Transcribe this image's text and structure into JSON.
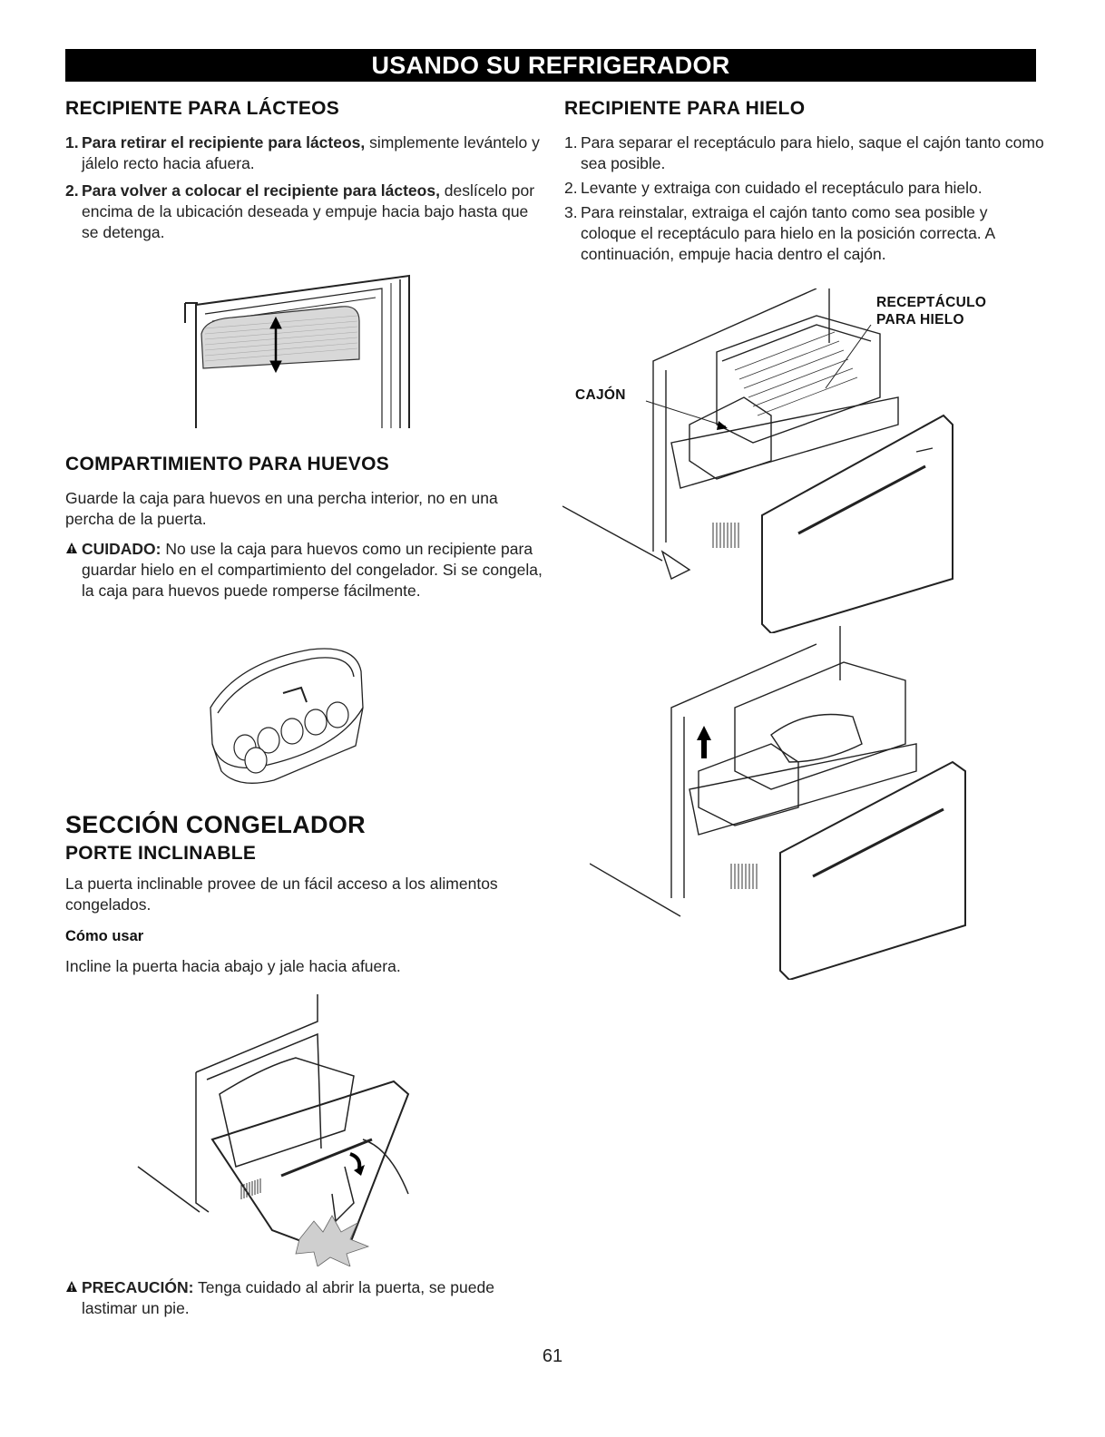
{
  "banner": "USANDO SU REFRIGERADOR",
  "dairy": {
    "title": "RECIPIENTE PARA LÁCTEOS",
    "steps": [
      {
        "num": "1.",
        "bold": "Para retirar el recipiente para lácteos,",
        "text": " simplemente levántelo y jálelo recto hacia afuera."
      },
      {
        "num": "2.",
        "bold": "Para volver a colocar el recipiente para lácteos,",
        "text": " deslícelo por encima de la ubicación deseada y empuje hacia bajo hasta que se detenga."
      }
    ]
  },
  "eggs": {
    "title": "COMPARTIMIENTO PARA HUEVOS",
    "body": "Guarde la caja para huevos en una percha interior, no en una percha de la puerta.",
    "caution_label": "CUIDADO:",
    "caution_text": " No use la caja para huevos como un recipiente para guardar hielo en el compartimiento del congelador. Si se congela, la caja para huevos puede romperse fácilmente."
  },
  "freezer": {
    "title": "SECCIÓN CONGELADOR",
    "subtitle": "PORTE INCLINABLE",
    "body": "La puerta inclinable provee de un fácil acceso a los alimentos congelados.",
    "howto_title": "Cómo usar",
    "howto_body": "Incline la puerta hacia abajo y jale hacia afuera.",
    "caution_label": "PRECAUCIÓN:",
    "caution_text": " Tenga cuidado al abrir la puerta, se puede lastimar un pie."
  },
  "ice": {
    "title": "RECIPIENTE PARA HIELO",
    "steps": [
      {
        "num": "1.",
        "text": "Para separar el receptáculo para hielo, saque el cajón tanto como sea posible."
      },
      {
        "num": "2.",
        "text": "Levante y extraiga con cuidado el receptáculo para hielo."
      },
      {
        "num": "3.",
        "text": "Para reinstalar, extraiga el cajón tanto como sea posible y coloque el receptáculo para hielo en la posición correcta. A continuación, empuje hacia dentro el cajón."
      }
    ],
    "label_bin_1": "RECEPTÁCULO",
    "label_bin_2": "PARA HIELO",
    "label_drawer": "CAJÓN"
  },
  "page_number": "61"
}
